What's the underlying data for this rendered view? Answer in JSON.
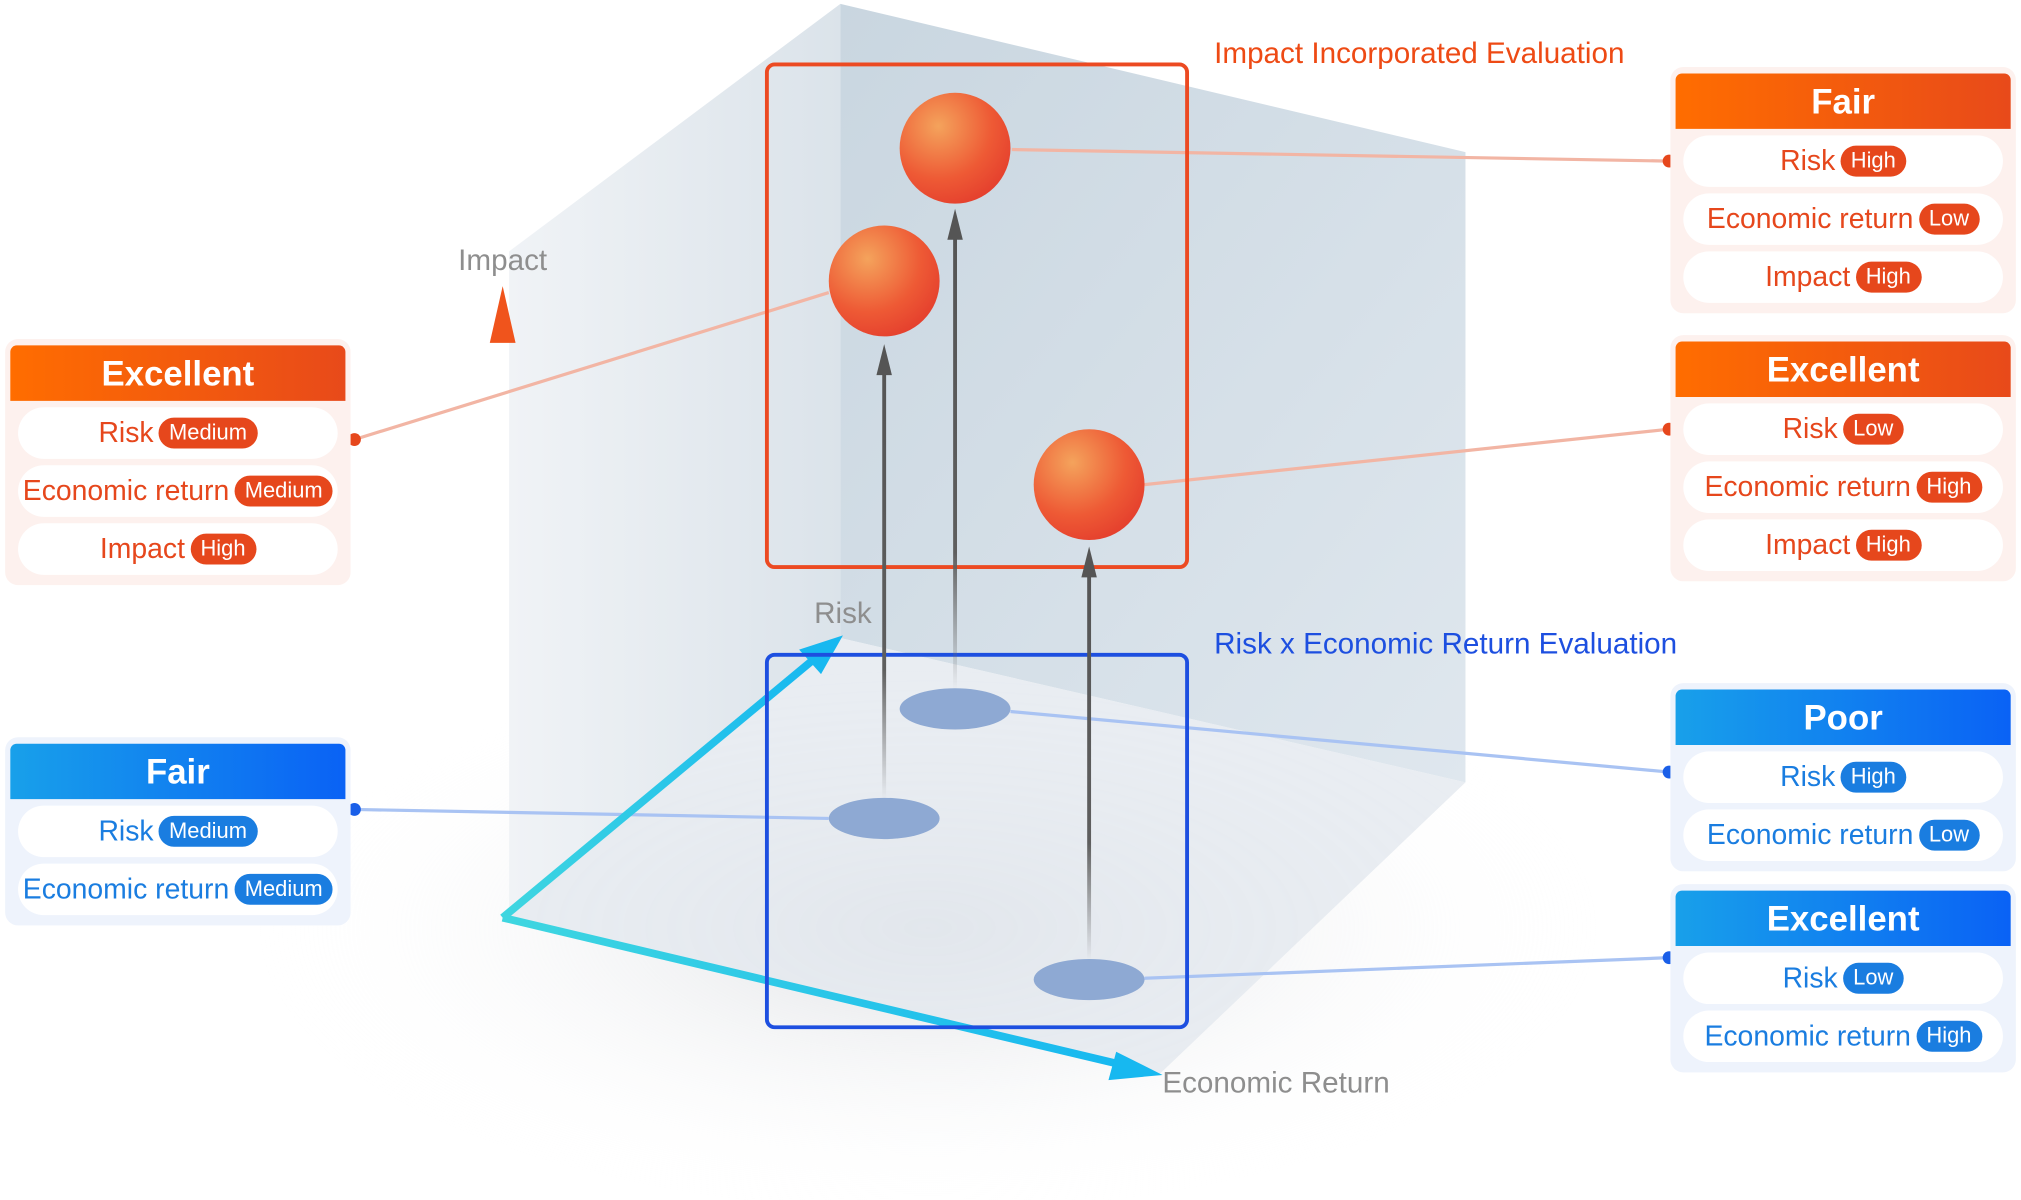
{
  "axes": {
    "impact": "Impact",
    "risk": "Risk",
    "economic_return": "Economic Return"
  },
  "regions": {
    "impact_title": "Impact Incorporated Evaluation",
    "risk_title": "Risk x Economic Return Evaluation"
  },
  "colors": {
    "orange": "#e6471c",
    "blue": "#1a7de0"
  },
  "cards": {
    "left_impact": {
      "title": "Excellent",
      "rows": [
        {
          "label": "Risk",
          "value": "Medium"
        },
        {
          "label": "Economic return",
          "value": "Medium"
        },
        {
          "label": "Impact",
          "value": "High"
        }
      ]
    },
    "left_risk": {
      "title": "Fair",
      "rows": [
        {
          "label": "Risk",
          "value": "Medium"
        },
        {
          "label": "Economic return",
          "value": "Medium"
        }
      ]
    },
    "right_impact_1": {
      "title": "Fair",
      "rows": [
        {
          "label": "Risk",
          "value": "High"
        },
        {
          "label": "Economic return",
          "value": "Low"
        },
        {
          "label": "Impact",
          "value": "High"
        }
      ]
    },
    "right_impact_2": {
      "title": "Excellent",
      "rows": [
        {
          "label": "Risk",
          "value": "Low"
        },
        {
          "label": "Economic return",
          "value": "High"
        },
        {
          "label": "Impact",
          "value": "High"
        }
      ]
    },
    "right_risk_1": {
      "title": "Poor",
      "rows": [
        {
          "label": "Risk",
          "value": "High"
        },
        {
          "label": "Economic return",
          "value": "Low"
        }
      ]
    },
    "right_risk_2": {
      "title": "Excellent",
      "rows": [
        {
          "label": "Risk",
          "value": "Low"
        },
        {
          "label": "Economic return",
          "value": "High"
        }
      ]
    }
  }
}
